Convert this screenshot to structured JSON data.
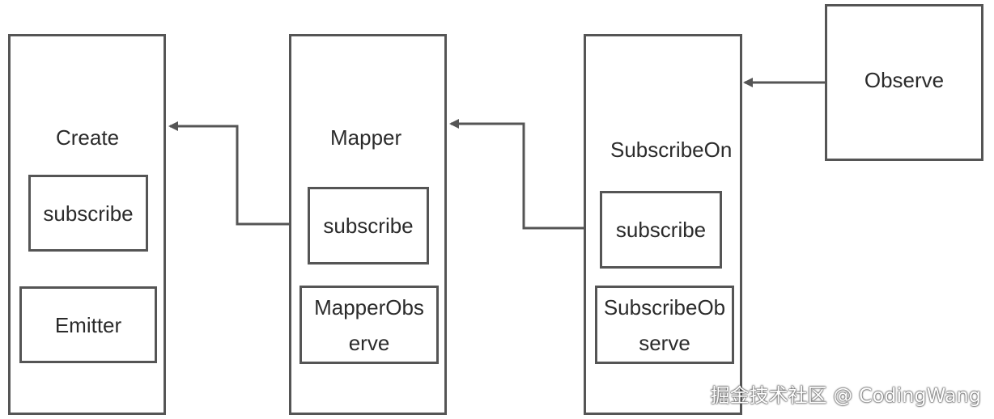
{
  "blocks": {
    "create": {
      "title": "Create",
      "inner1": "subscribe",
      "inner2": "Emitter"
    },
    "mapper": {
      "title": "Mapper",
      "inner1": "subscribe",
      "inner2_line1": "MapperObs",
      "inner2_line2": "erve"
    },
    "subscribeon": {
      "title": "SubscribeOn",
      "inner1": "subscribe",
      "inner2_line1": "SubscribeOb",
      "inner2_line2": "serve"
    },
    "observe": {
      "title": "Observe"
    }
  },
  "watermark": "掘金技术社区 @ CodingWang",
  "colors": {
    "stroke": "#555555",
    "text": "#2b2b2b",
    "background": "#ffffff"
  }
}
